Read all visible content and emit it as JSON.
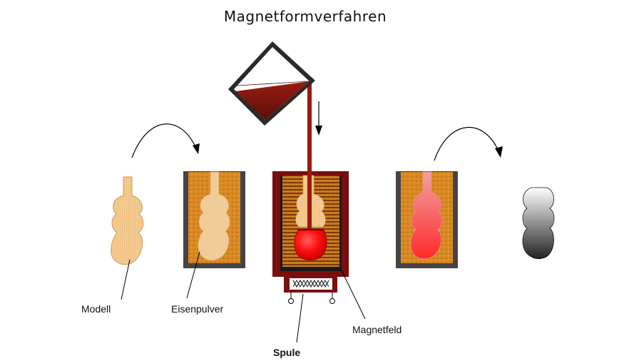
{
  "title": "Magnetformverfahren",
  "labels": {
    "modell": "Modell",
    "eisenpulver": "Eisenpulver",
    "spule": "Spule",
    "magnetfeld": "Magnetfeld"
  },
  "colors": {
    "pattern": "#f3c98f",
    "pattern_grid": "#e0a35c",
    "iron_powder": "#d9861c",
    "iron_powder_dark": "#b86b10",
    "melt": "#8a1a10",
    "melt_bright": "#ff1a1a",
    "coil_frame": "#7a0e0e",
    "flask": "#555555",
    "casting_light": "#ffffff",
    "casting_dark": "#222222"
  },
  "icons": [
    "curved-arrow-icon",
    "down-arrow-icon",
    "ladle-icon",
    "coil-icon"
  ]
}
